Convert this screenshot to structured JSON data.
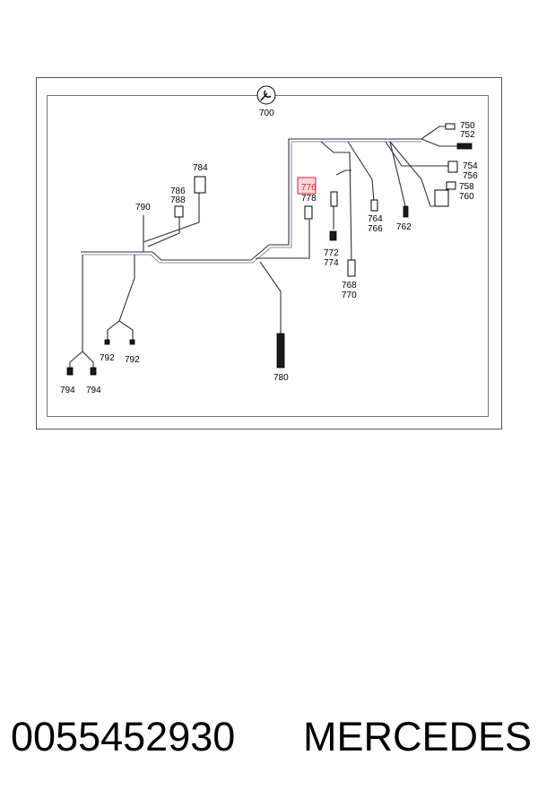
{
  "diagram": {
    "center_label": "700",
    "labels": {
      "l750": "750",
      "l752": "752",
      "l754": "754",
      "l756": "756",
      "l758": "758",
      "l760": "760",
      "l762": "762",
      "l764": "764",
      "l766": "766",
      "l768": "768",
      "l770": "770",
      "l772": "772",
      "l774": "774",
      "l776": "776",
      "l778": "778",
      "l780": "780",
      "l784": "784",
      "l786": "786",
      "l788": "788",
      "l790": "790",
      "l792a": "792",
      "l792b": "792",
      "l794a": "794",
      "l794b": "794"
    },
    "highlight_color": "#d8212f"
  },
  "footer": {
    "part_number": "0055452930",
    "brand": "MERCEDES"
  }
}
